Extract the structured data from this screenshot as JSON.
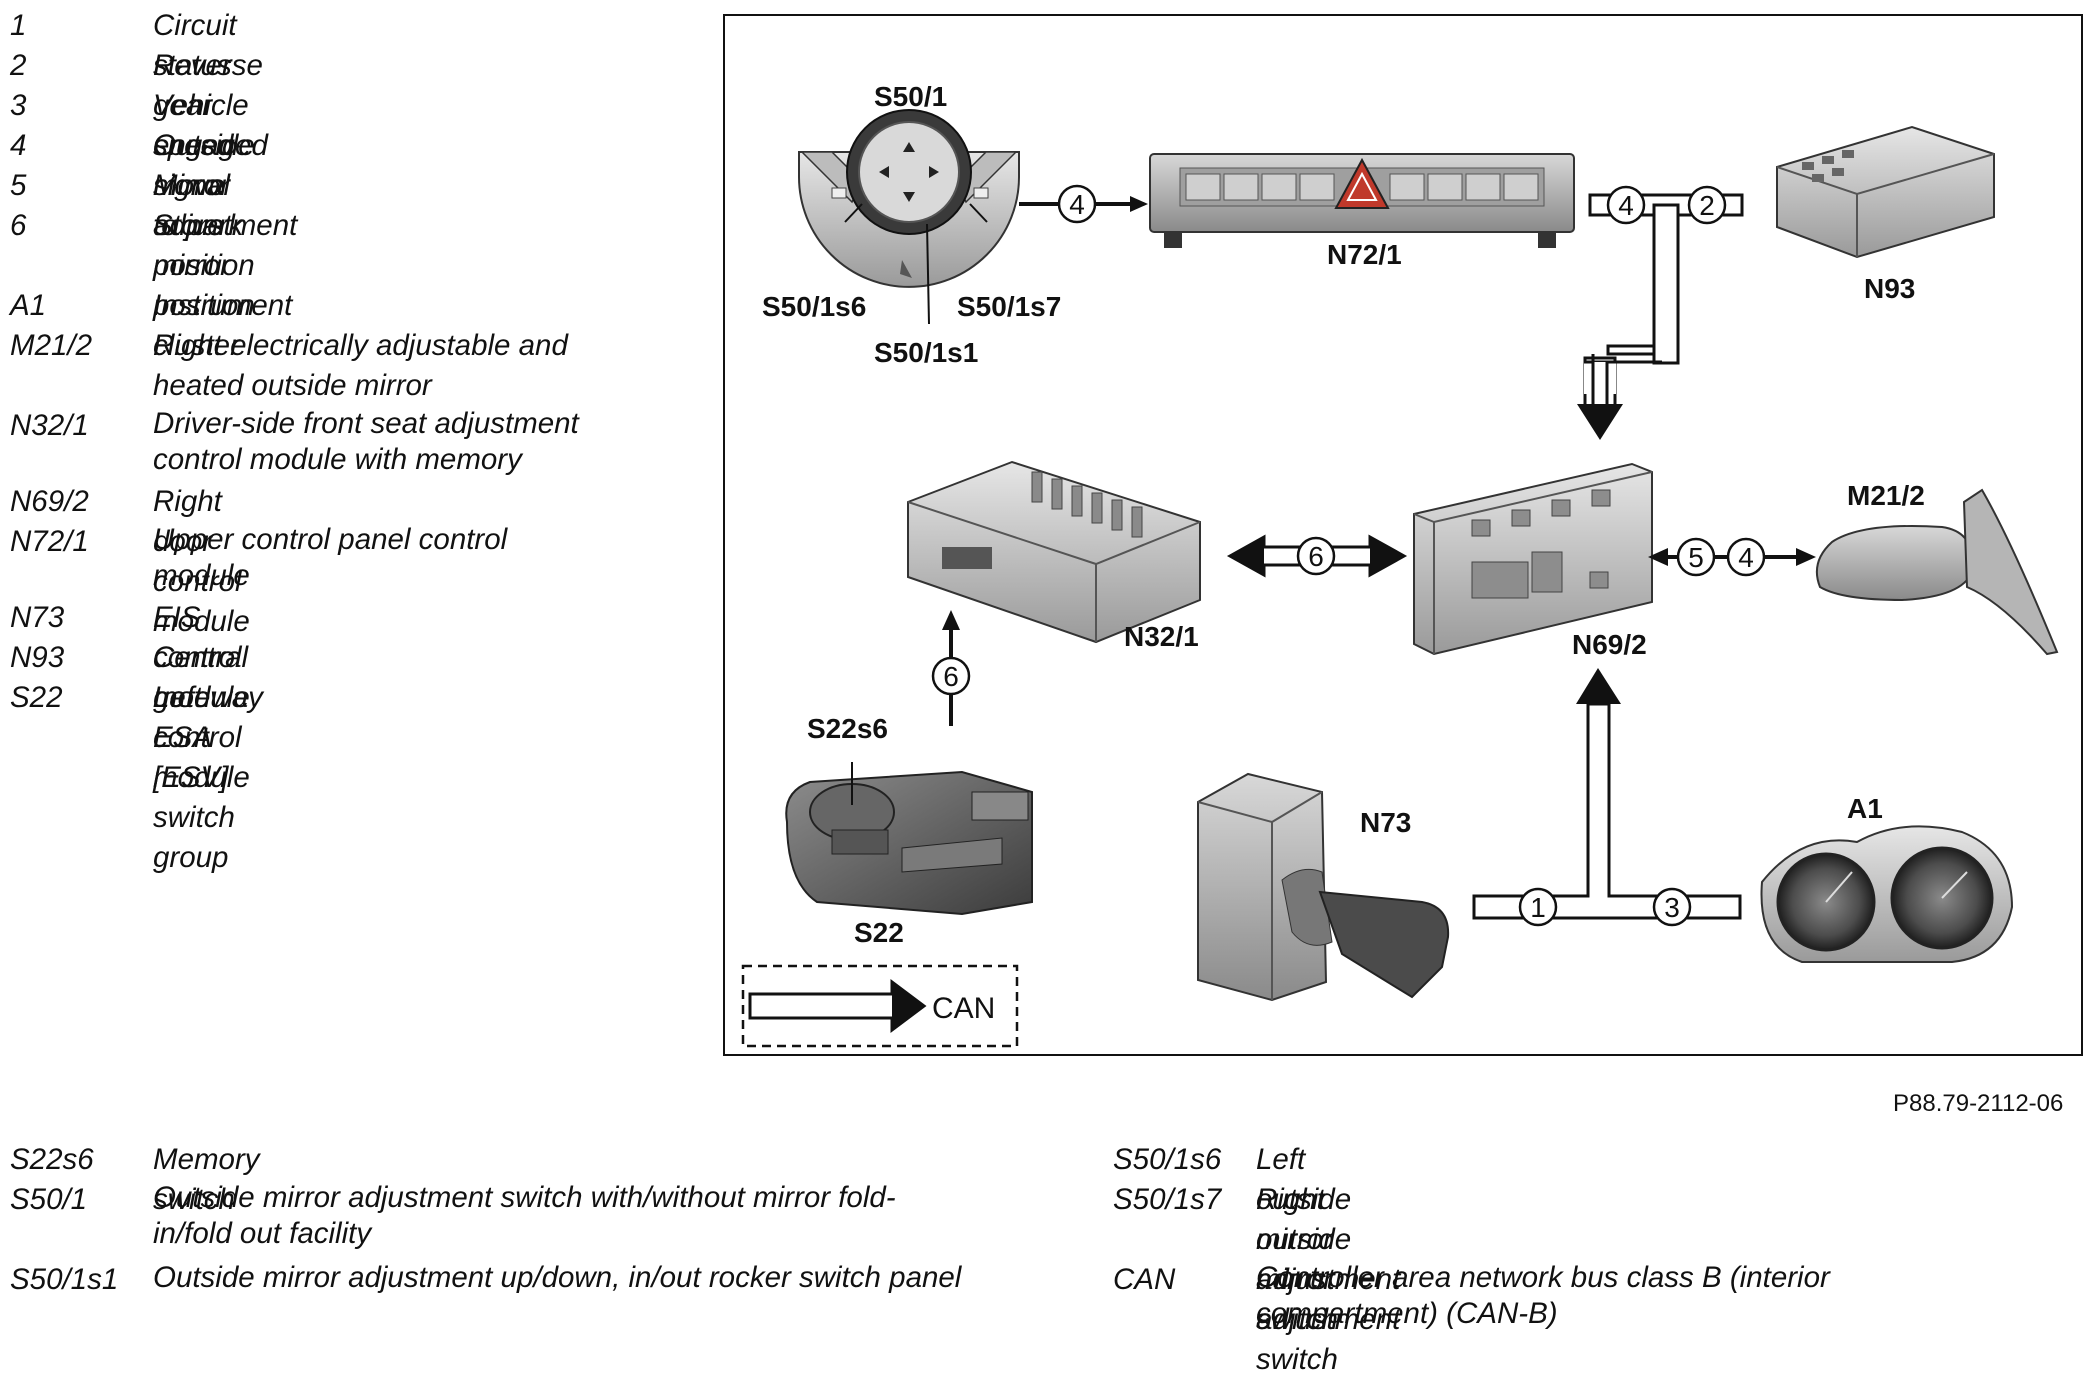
{
  "legend_top": [
    {
      "code": "1",
      "desc": "Circuit status"
    },
    {
      "code": "2",
      "desc": "Reverse gear engaged"
    },
    {
      "code": "3",
      "desc": "Vehicle speed signal"
    },
    {
      "code": "4",
      "desc": "Outside mirror adjustment"
    },
    {
      "code": "5",
      "desc": "Move to park position"
    },
    {
      "code": "6",
      "desc": "Store mirror position"
    },
    {
      "code": "A1",
      "desc": "Instrument cluster"
    },
    {
      "code": "M21/2",
      "desc": "Right electrically adjustable and heated outside mirror"
    },
    {
      "code": "N32/1",
      "desc": "Driver-side front seat adjustment control module with memory"
    },
    {
      "code": "N69/2",
      "desc": "Right door control module"
    },
    {
      "code": "N72/1",
      "desc": "Upper control panel control module"
    },
    {
      "code": "N73",
      "desc": "EIS control module"
    },
    {
      "code": "N93",
      "desc": "Central gateway control module"
    },
    {
      "code": "S22",
      "desc": "Left ESA [ESV] switch group"
    }
  ],
  "legend_bottom_left": [
    {
      "code": "S22s6",
      "desc": "Memory switch"
    },
    {
      "code": "S50/1",
      "desc": "Outside mirror adjustment switch with/without mirror fold-in/fold out facility"
    },
    {
      "code": "S50/1s1",
      "desc": "Outside mirror adjustment up/down, in/out rocker switch panel"
    }
  ],
  "legend_bottom_right": [
    {
      "code": "S50/1s6",
      "desc": "Left outside mirror adjustment switch"
    },
    {
      "code": "S50/1s7",
      "desc": "Right outside mirror adjustment switch"
    },
    {
      "code": "CAN",
      "desc": "Controller area network bus class B (interior compartment) (CAN-B)"
    }
  ],
  "diagram": {
    "components": {
      "s50_1": "S50/1",
      "s50_1s6": "S50/1s6",
      "s50_1s7": "S50/1s7",
      "s50_1s1": "S50/1s1",
      "n72_1": "N72/1",
      "n93": "N93",
      "n32_1": "N32/1",
      "n69_2": "N69/2",
      "m21_2": "M21/2",
      "s22s6": "S22s6",
      "s22": "S22",
      "n73": "N73",
      "a1": "A1"
    },
    "signals": {
      "s50_to_n72": "4",
      "n72_out": "4",
      "n93_out": "2",
      "n32_n69": "6",
      "n69_m21_a": "5",
      "n69_m21_b": "4",
      "s22_n32": "6",
      "n73_out": "1",
      "a1_out": "3"
    },
    "key_label": "CAN"
  },
  "figure_ref": "P88.79-2112-06"
}
